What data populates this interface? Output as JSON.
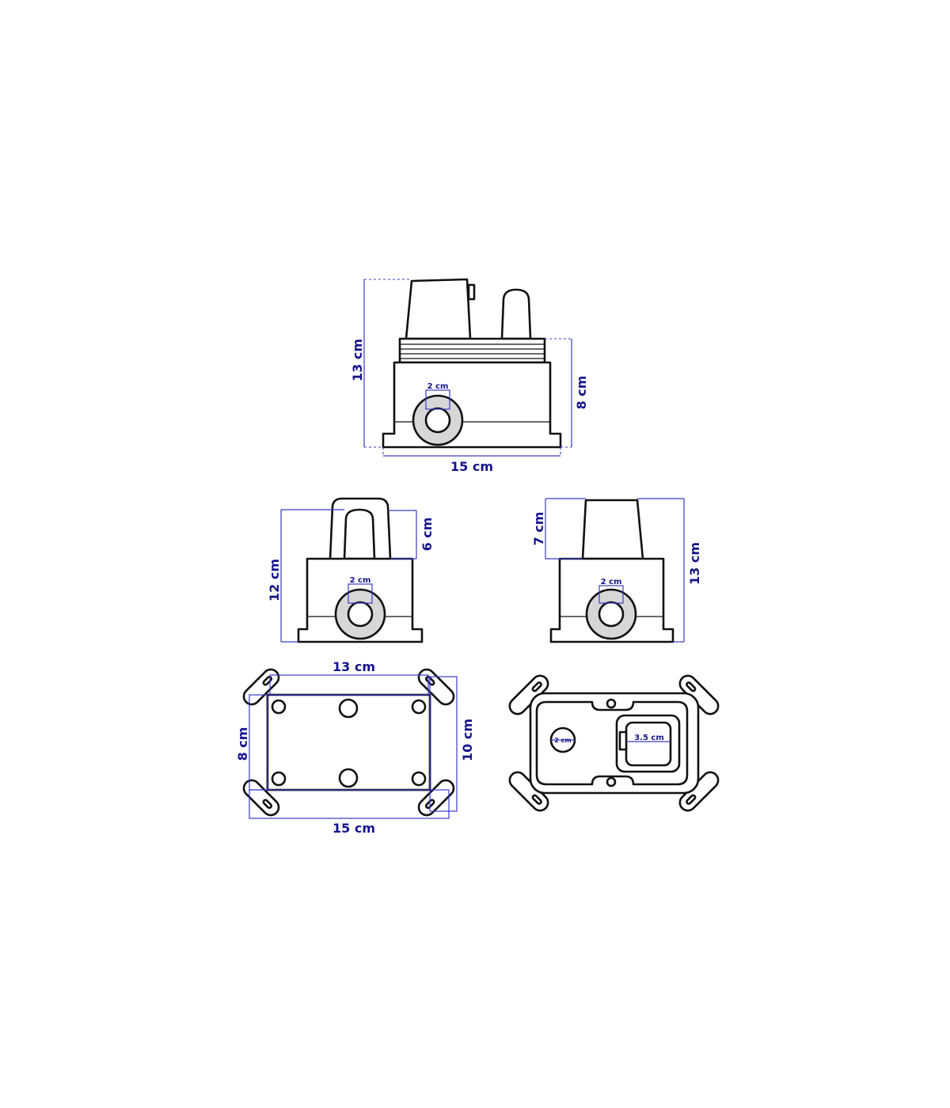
{
  "front_view": {
    "height_label": "13 cm",
    "base_height_label": "8 cm",
    "width_label": "15 cm",
    "inlet_label": "2 cm"
  },
  "side_view_left": {
    "height_label": "12 cm",
    "handle_label": "6 cm",
    "inlet_label": "2 cm"
  },
  "side_view_right": {
    "cap_label": "7 cm",
    "height_label": "13 cm",
    "inlet_label": "2 cm"
  },
  "bottom_view": {
    "top_width_label": "13 cm",
    "left_height_label": "8 cm",
    "right_height_label": "10 cm",
    "bottom_width_label": "15 cm"
  },
  "top_view": {
    "hole_label": "2 cm",
    "outlet_label": "3.5 cm"
  },
  "colors": {
    "dimension": "#3b3bc8",
    "label": "#14148c",
    "outline": "#111111",
    "fitting": "#d7d7d7"
  }
}
